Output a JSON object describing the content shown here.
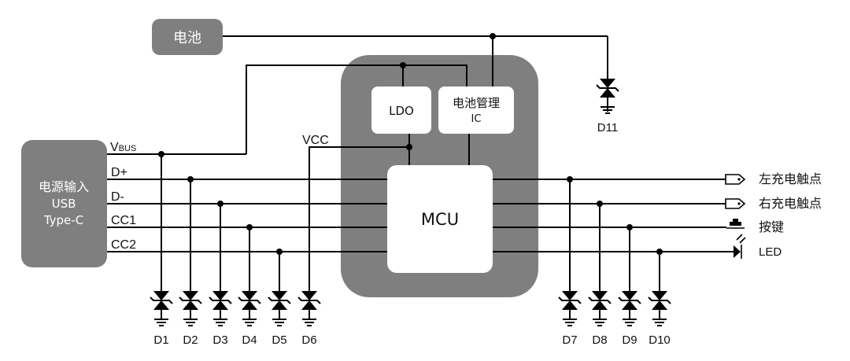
{
  "blocks": {
    "battery": "电池",
    "power_input": [
      "电源输入",
      "USB",
      "Type-C"
    ],
    "ldo": "LDO",
    "bat_ic": [
      "电池管理",
      "IC"
    ],
    "mcu": "MCU"
  },
  "nets": {
    "vbus_main": "V",
    "vbus_sub": "BUS",
    "dplus": "D+",
    "dminus": "D-",
    "cc1": "CC1",
    "cc2": "CC2",
    "vcc": "VCC"
  },
  "outputs": {
    "left_contact": "左充电触点",
    "right_contact": "右充电触点",
    "button": "按键",
    "led": "LED"
  },
  "diodes": {
    "left": [
      "D1",
      "D2",
      "D3",
      "D4",
      "D5",
      "D6"
    ],
    "right": [
      "D7",
      "D8",
      "D9",
      "D10"
    ],
    "battery": "D11"
  },
  "colors": {
    "block_gray": "#7f7f7f",
    "inner_white": "#ffffff",
    "wire": "#000000"
  }
}
